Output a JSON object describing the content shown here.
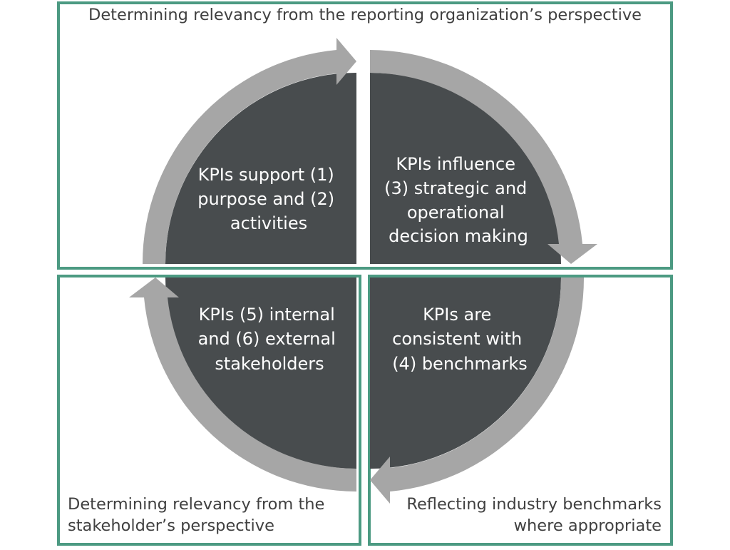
{
  "colors": {
    "frame": "#4c9a82",
    "quadrant_fill": "#484c4e",
    "arrow": "#a6a6a6",
    "text_light": "#ffffff",
    "text_dark": "#404040"
  },
  "regions": {
    "top_label": "Determining relevancy from the reporting organization’s perspective",
    "bottom_left_label": [
      "Determining relevancy from the",
      "stakeholder’s perspective"
    ],
    "bottom_right_label": [
      "Reflecting industry benchmarks",
      "where appropriate"
    ]
  },
  "quadrants": {
    "top_left": [
      "KPIs support (1)",
      "purpose and (2)",
      "activities"
    ],
    "top_right": [
      "KPIs influence",
      "(3) strategic and",
      "operational",
      "decision making"
    ],
    "bottom_right": [
      "KPIs are",
      "consistent with",
      "(4) benchmarks"
    ],
    "bottom_left": [
      "KPIs (5) internal",
      "and (6) external",
      "stakeholders"
    ]
  },
  "icons": {
    "arrow_top_left": "curved-arrow-right-icon",
    "arrow_top_right": "curved-arrow-down-icon",
    "arrow_bottom_right": "curved-arrow-left-icon",
    "arrow_bottom_left": "curved-arrow-up-icon"
  }
}
